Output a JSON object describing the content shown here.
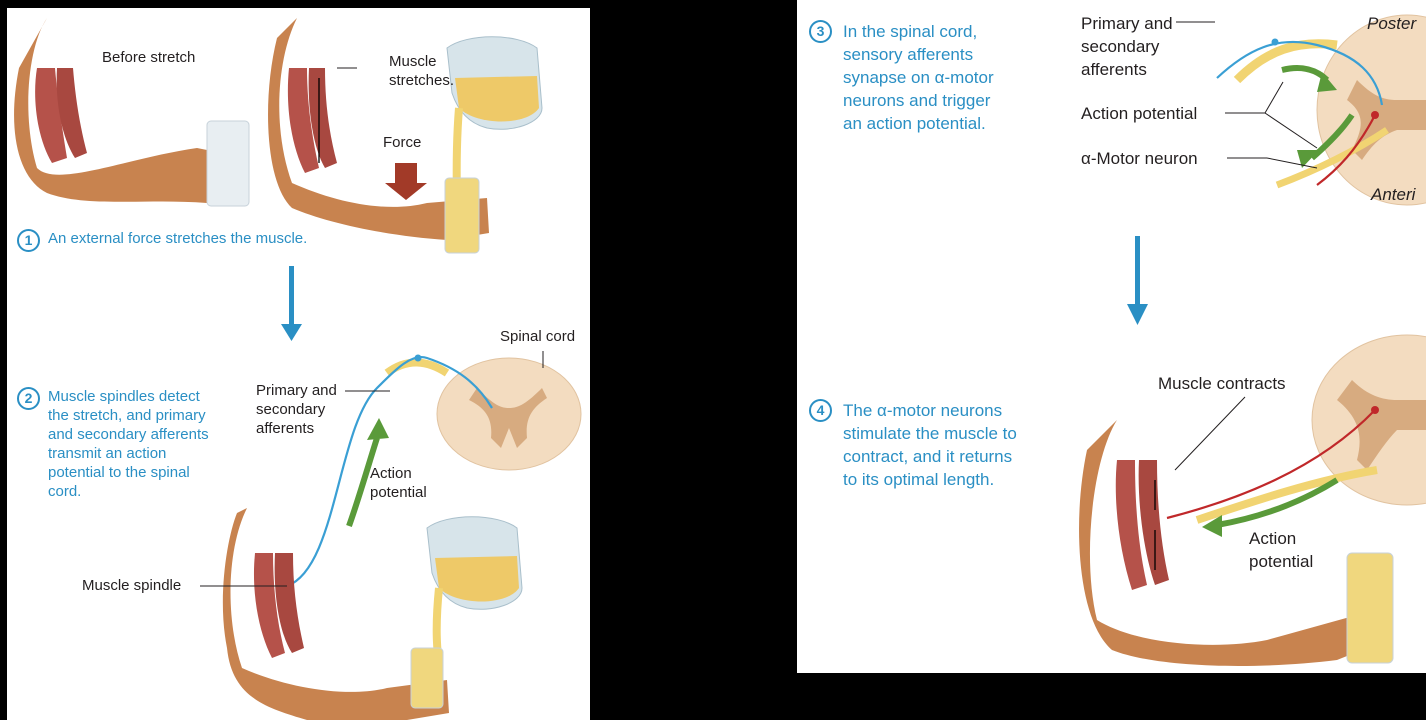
{
  "left": {
    "before_stretch": "Before stretch",
    "muscle_stretches": "Muscle\nstretches.",
    "force": "Force",
    "step1": {
      "number": "1",
      "text": "An external force stretches the muscle."
    },
    "step2": {
      "number": "2",
      "text": "Muscle spindles detect\nthe stretch, and primary\nand secondary afferents\ntransmit an action\npotential to the spinal\ncord."
    },
    "spinal_cord": "Spinal cord",
    "primary_secondary": "Primary and\nsecondary\nafferents",
    "action_potential": "Action\npotential",
    "muscle_spindle": "Muscle spindle"
  },
  "right": {
    "step3": {
      "number": "3",
      "text": "In the spinal cord,\nsensory afferents\nsynapse on α-motor\nneurons and trigger\nan action potential."
    },
    "primary_secondary": "Primary and\nsecondary\nafferents",
    "action_potential": "Action potential",
    "motor_neuron": "α-Motor neuron",
    "posterior": "Poster",
    "anterior": "Anteri",
    "muscle_contracts": "Muscle contracts",
    "step4": {
      "number": "4",
      "text": "The α-motor neurons\nstimulate the muscle to\ncontract, and it returns\nto its optimal length."
    },
    "action_potential2": "Action\npotential"
  },
  "colors": {
    "accent": "#2a8fc4",
    "skin": "#c8834f",
    "muscle": "#b5524a",
    "nerve_green": "#5a9a3a",
    "motor_red": "#c0282a",
    "cord": "#f3dcc0",
    "force_arrow": "#a23a28"
  }
}
